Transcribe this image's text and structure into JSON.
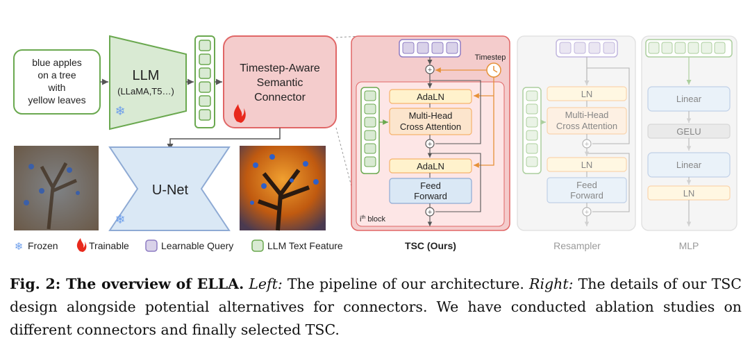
{
  "input_prompt": [
    "blue apples",
    "on a tree",
    "with",
    "yellow leaves"
  ],
  "llm": {
    "title": "LLM",
    "subtitle": "(LLaMA,T5…)"
  },
  "connector": {
    "lines": [
      "Timestep-Aware",
      "Semantic",
      "Connector"
    ]
  },
  "unet": {
    "title": "U-Net"
  },
  "tsc": {
    "timestep": "Timestep",
    "adaln_1": "AdaLN",
    "attention": [
      "Multi-Head",
      "Cross Attention"
    ],
    "adaln_2": "AdaLN",
    "ff": [
      "Feed",
      "Forward"
    ],
    "block_sup": "th",
    "block_text": "block",
    "block_i": "i",
    "caption": "TSC (Ours)"
  },
  "resampler": {
    "ln_1": "LN",
    "attention": [
      "Multi-Head",
      "Cross Attention"
    ],
    "ln_2": "LN",
    "ff": [
      "Feed",
      "Forward"
    ],
    "caption": "Resampler"
  },
  "mlp": {
    "linear_1": "Linear",
    "gelu": "GELU",
    "linear_2": "Linear",
    "ln": "LN",
    "caption": "MLP"
  },
  "legend": {
    "frozen": "Frozen",
    "trainable": "Trainable",
    "query": "Learnable Query",
    "feature": "LLM Text Feature"
  },
  "figure_caption": {
    "label": "Fig. 2: The overview of ELLA.",
    "left": "Left:",
    "text1": " The pipeline of our architecture. ",
    "right": "Right:",
    "text2": " The details of our TSC design alongside potential alternatives for connectors. We have conducted ablation studies on different connectors and finally selected TSC."
  },
  "colors": {
    "green_border": "#6aa84f",
    "green_fill": "#e8f3e0",
    "llm_fill": "#d9ead3",
    "red_border": "#e06666",
    "red_fill": "#f4cccc",
    "blue_fill": "#dae8f5",
    "blue_border": "#8eaad4",
    "orange_fill": "#fff2cc",
    "orange_border": "#f6b26b",
    "purple_fill": "#d9d2e9",
    "purple_border": "#8e7cc3",
    "arrow_orange": "#e69138",
    "gray_panel": "#eeeeee"
  }
}
